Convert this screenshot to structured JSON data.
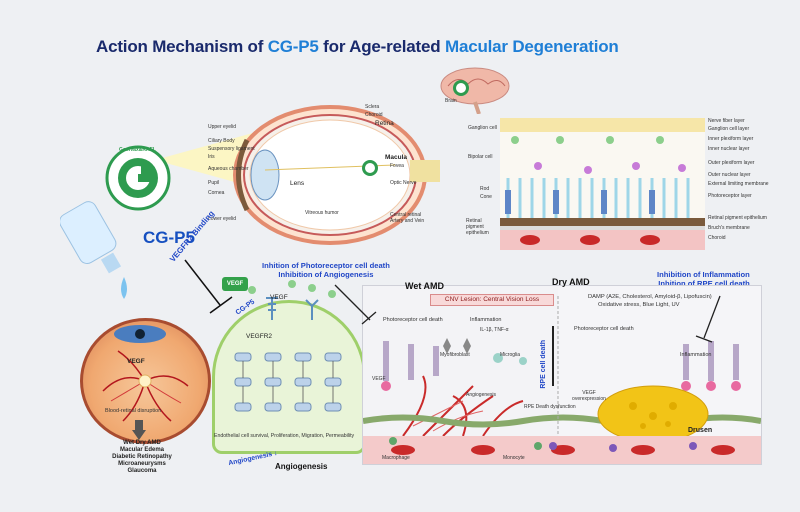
{
  "title": {
    "part1": "Action Mechanism of ",
    "part2": "CG-P5",
    "part3": " for Age-related ",
    "part4": "Macular Degeneration"
  },
  "drug_name": "CG-P5",
  "badge_text": "GemVax&KAEL",
  "eye_labels": {
    "upper_eyelid": "Upper eyelid",
    "ciliary_body": "Ciliary Body",
    "suspensory_ligament": "Suspensory ligament",
    "iris": "Iris",
    "aqueous_chamber": "Aqueous chamber",
    "pupil": "Pupil",
    "cornea": "Cornea",
    "lens": "Lens",
    "lower_eyelid": "Lower eyelid",
    "vitreous_humor": "Vitreous humor",
    "sclera": "Sclera",
    "choroid": "Choroid",
    "retina": "Retina",
    "macula": "Macula",
    "fovea": "Fovea",
    "optic_nerve": "Optic Nerve",
    "central_retinal": "Central retinal Artery and Vein",
    "brain": "Brain"
  },
  "retina_left_labels": {
    "ganglion_cell": "Ganglion cell",
    "bipolar_cell": "Bipolar cell",
    "rod": "Rod",
    "cone": "Cone",
    "rpe": "Retinal pigment epithelium"
  },
  "retina_layers": [
    "Nerve fiber layer",
    "Ganglion cell layer",
    "Inner plexiform layer",
    "Inner nuclear layer",
    "Outer plexiform layer",
    "Outer nuclear layer",
    "External limiting membrane",
    "Photoreceptor layer",
    "Retinal pigment epithelium",
    "Bruch's membrane",
    "Choroid"
  ],
  "binding": {
    "vegfr2_binding": "VEGFR2 Binding",
    "cg_p5": "CG-P5",
    "vegf": "VEGF",
    "vegfr2": "VEGFR2"
  },
  "inhibition_left": {
    "line1": "Inhition of Photoreceptor cell death",
    "line2": "Inhibition of Angiogenesis"
  },
  "inhibition_right": {
    "line1": "Inhibition of Inflammation",
    "line2": "Inhition of RPE cell death"
  },
  "cell_panel": {
    "caption": "Endothelial cell survival, Proliferation, Migration, Permeability",
    "angiogenesis": "Angiogenesis",
    "angio_down": "Angiogenesis ↓"
  },
  "fundus": {
    "vegf": "VEGF",
    "blood_retinal": "Blood-retinal disruption",
    "diseases": [
      "Wet Dry AMD",
      "Macular Edema",
      "Diabetic Retinopathy",
      "Microaneurysms",
      "Glaucoma"
    ]
  },
  "amd": {
    "wet": "Wet AMD",
    "dry": "Dry AMD",
    "cnv": "CNV Lesion: Central Vision Loss",
    "photoreceptor_death": "Photoreceptor cell death",
    "inflammation": "Inflammation",
    "il": "IL-1β, TNF-α",
    "myofibroblast": "Myofibroblast",
    "microglia": "Microglia",
    "vegf": "VEGF",
    "angiogenesis": "Angiogenesis",
    "rpe_death": "RPE cell death",
    "rpe_dysfunction": "RPE Death dysfunction",
    "vegf_over": "VEGF overexpression",
    "damp": "DAMP (A2E, Cholesterol, Amyloid-β, Lipofuscin)",
    "oxidative": "Oxidative stress, Blue Light, UV",
    "drusen": "Drusen",
    "macrophage": "Macrophage",
    "monocyte": "Monocyte"
  },
  "colors": {
    "title_dark": "#1a2a6c",
    "title_blue": "#1f7fd6",
    "accent_blue": "#2147c7",
    "badge_green": "#2e9b4f",
    "vessel_red": "#c92a2a",
    "drusen_yellow": "#f2c417"
  }
}
